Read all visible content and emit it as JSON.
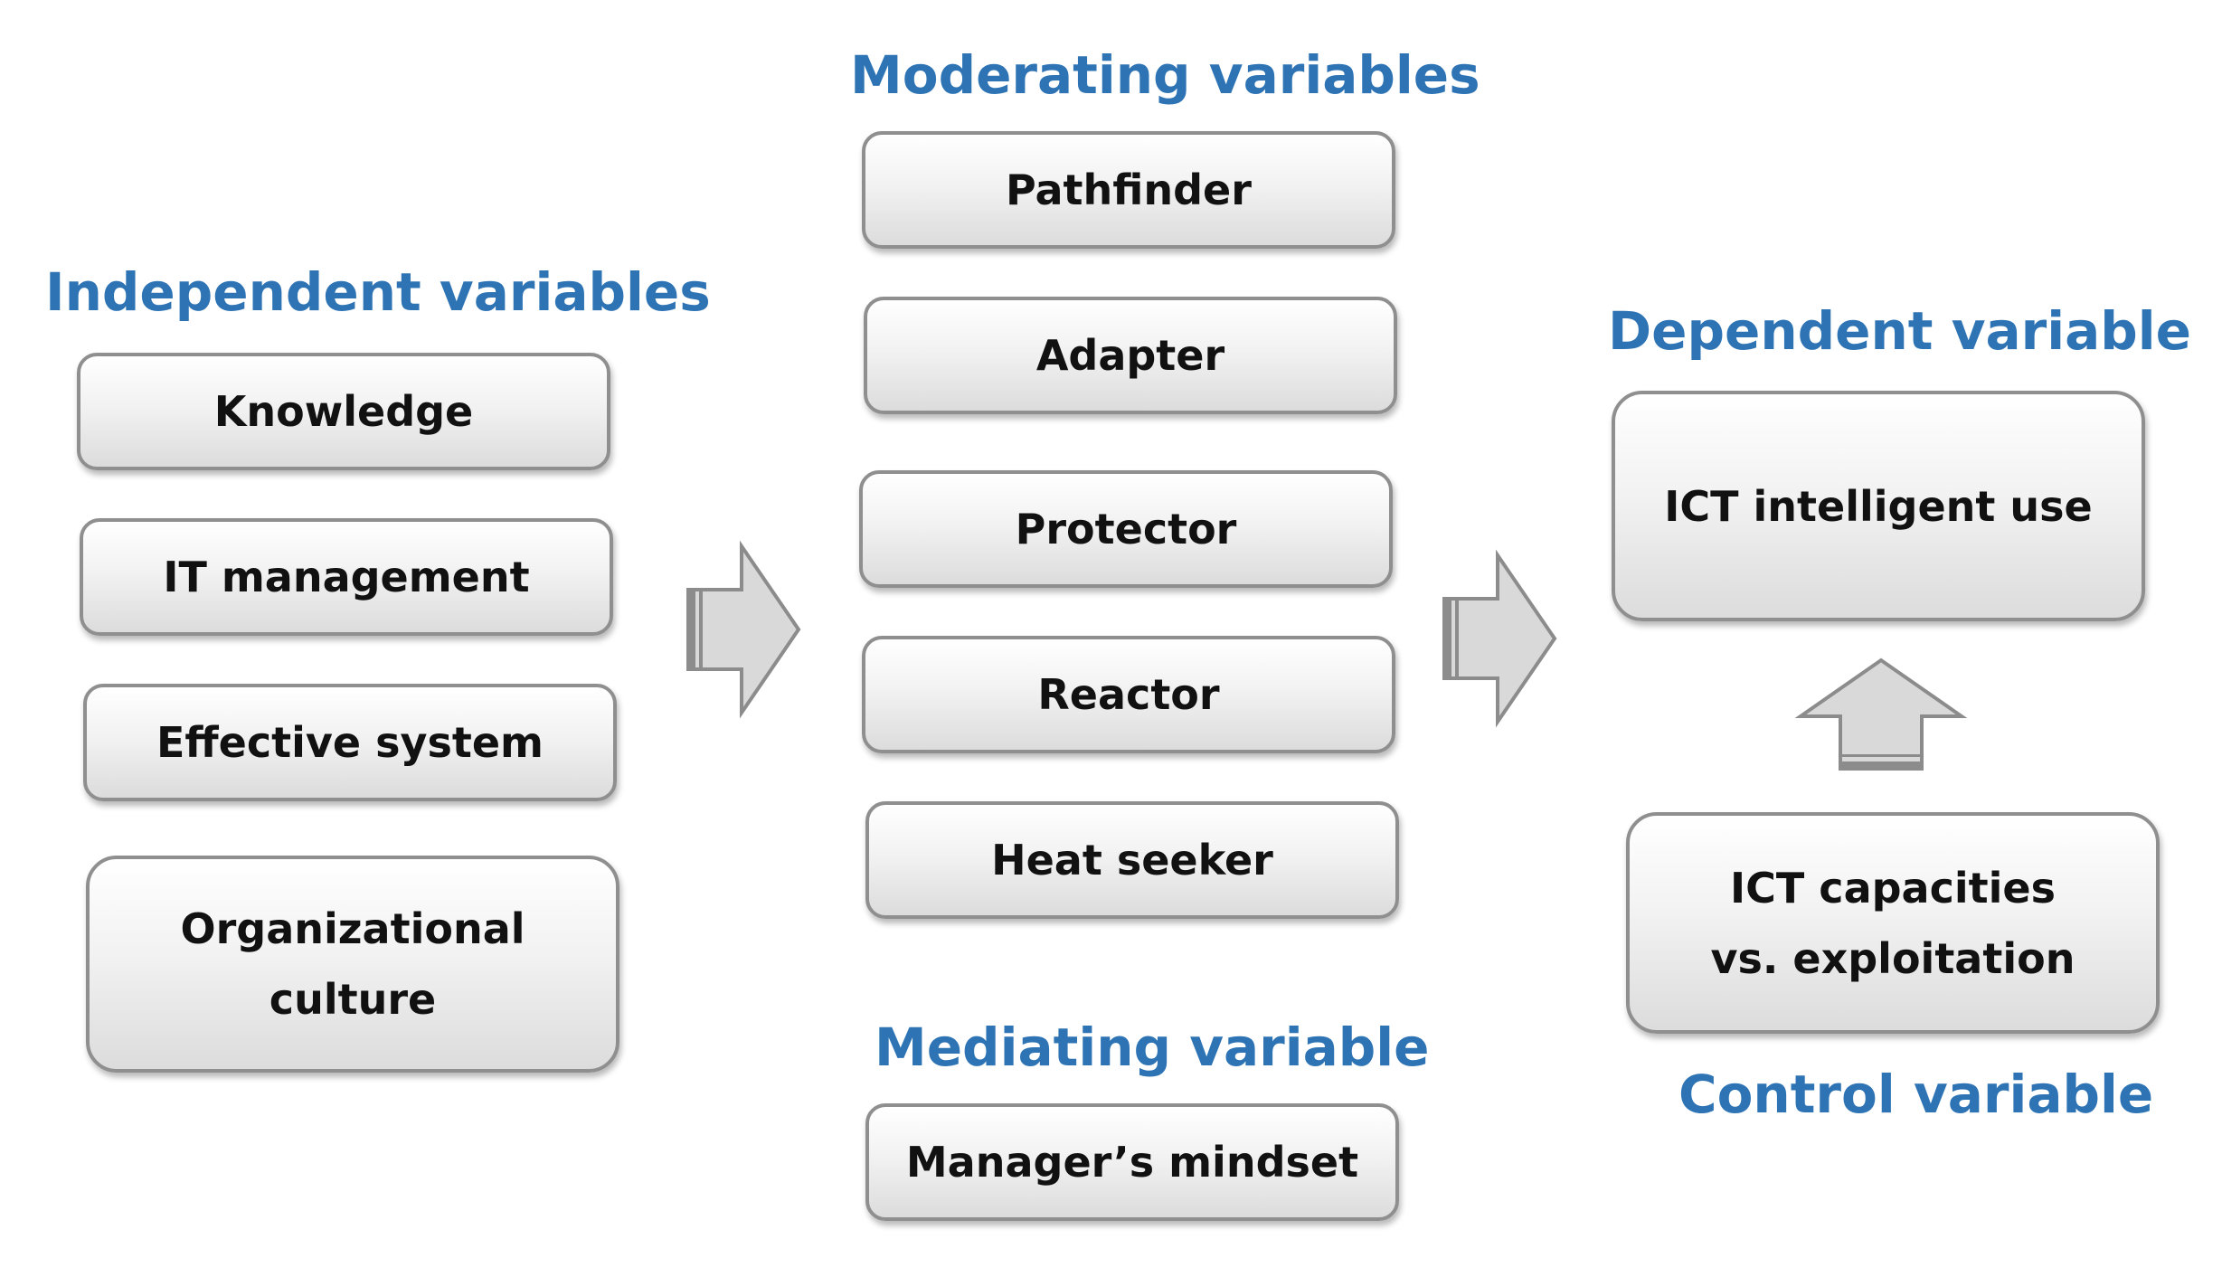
{
  "independent": {
    "heading": "Independent variables",
    "items": [
      "Knowledge",
      "IT management",
      "Effective system",
      "Organizational culture"
    ]
  },
  "moderating": {
    "heading": "Moderating variables",
    "items": [
      "Pathfinder",
      "Adapter",
      "Protector",
      "Reactor",
      "Heat seeker"
    ]
  },
  "mediating": {
    "heading": "Mediating variable",
    "item": "Manager’s mindset"
  },
  "dependent": {
    "heading": "Dependent variable",
    "item": "ICT intelligent use"
  },
  "control": {
    "heading": "Control variable",
    "item": "ICT capacities vs. exploitation"
  },
  "colors": {
    "heading": "#2e74b5",
    "box_border": "#8f8f8f",
    "arrow_fill": "#d9d9d9",
    "arrow_stroke": "#8c8c8c"
  }
}
